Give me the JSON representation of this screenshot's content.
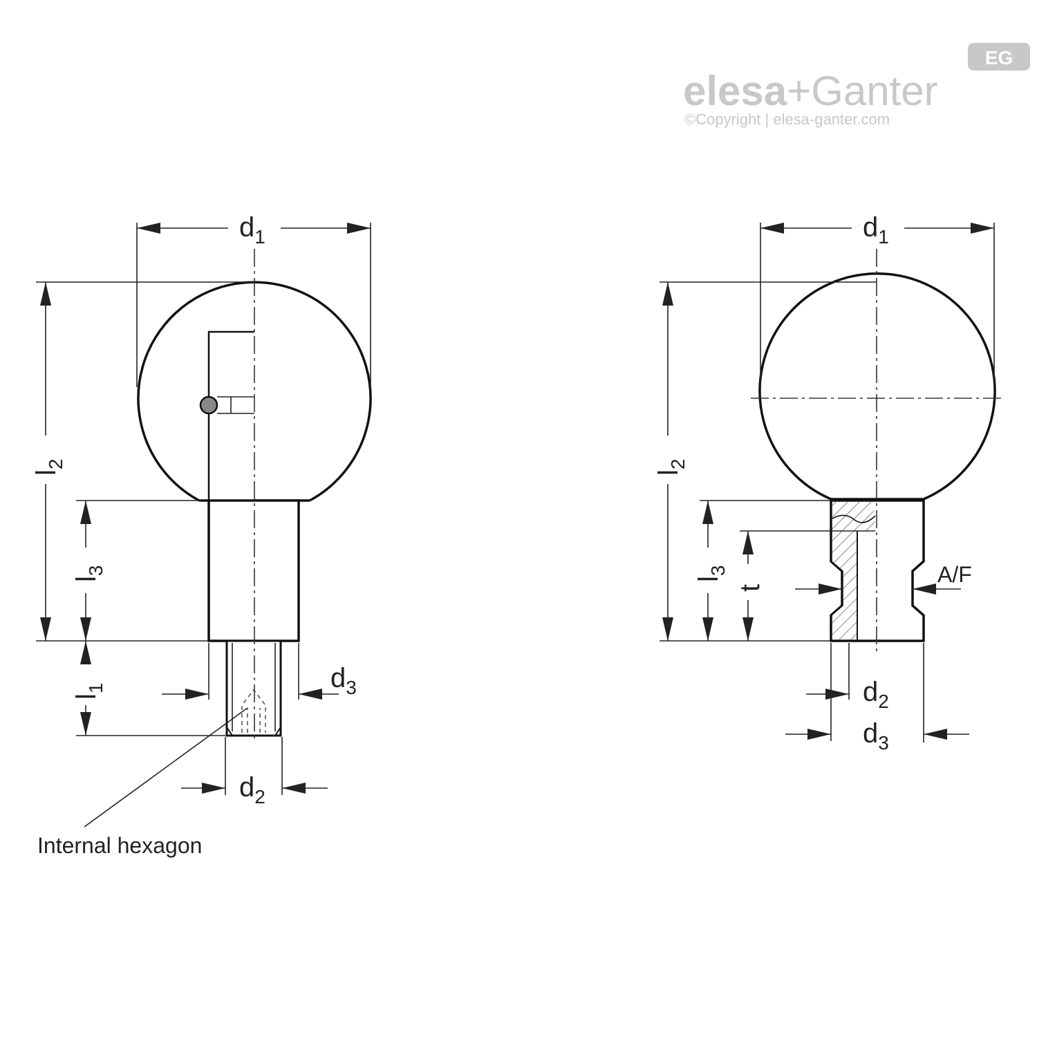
{
  "logo": {
    "brand_part1": "elesa",
    "brand_plus": "+",
    "brand_part2": "Ganter",
    "badge_text": "EG",
    "copyright": "©Copyright | elesa-ganter.com"
  },
  "left_view": {
    "labels": {
      "d1": {
        "main": "d",
        "sub": "1"
      },
      "l2": {
        "main": "l",
        "sub": "2"
      },
      "l3": {
        "main": "l",
        "sub": "3"
      },
      "l1": {
        "main": "l",
        "sub": "1"
      },
      "d3": {
        "main": "d",
        "sub": "3"
      },
      "d2": {
        "main": "d",
        "sub": "2"
      }
    },
    "callout": "Internal hexagon"
  },
  "right_view": {
    "labels": {
      "d1": {
        "main": "d",
        "sub": "1"
      },
      "l2": {
        "main": "l",
        "sub": "2"
      },
      "l3": {
        "main": "l",
        "sub": "3"
      },
      "t": "t",
      "af": "A/F",
      "d2": {
        "main": "d",
        "sub": "2"
      },
      "d3": {
        "main": "d",
        "sub": "3"
      }
    }
  },
  "colors": {
    "line": "#111111",
    "logo": "#c8c8c8",
    "hatch": "#555555"
  }
}
